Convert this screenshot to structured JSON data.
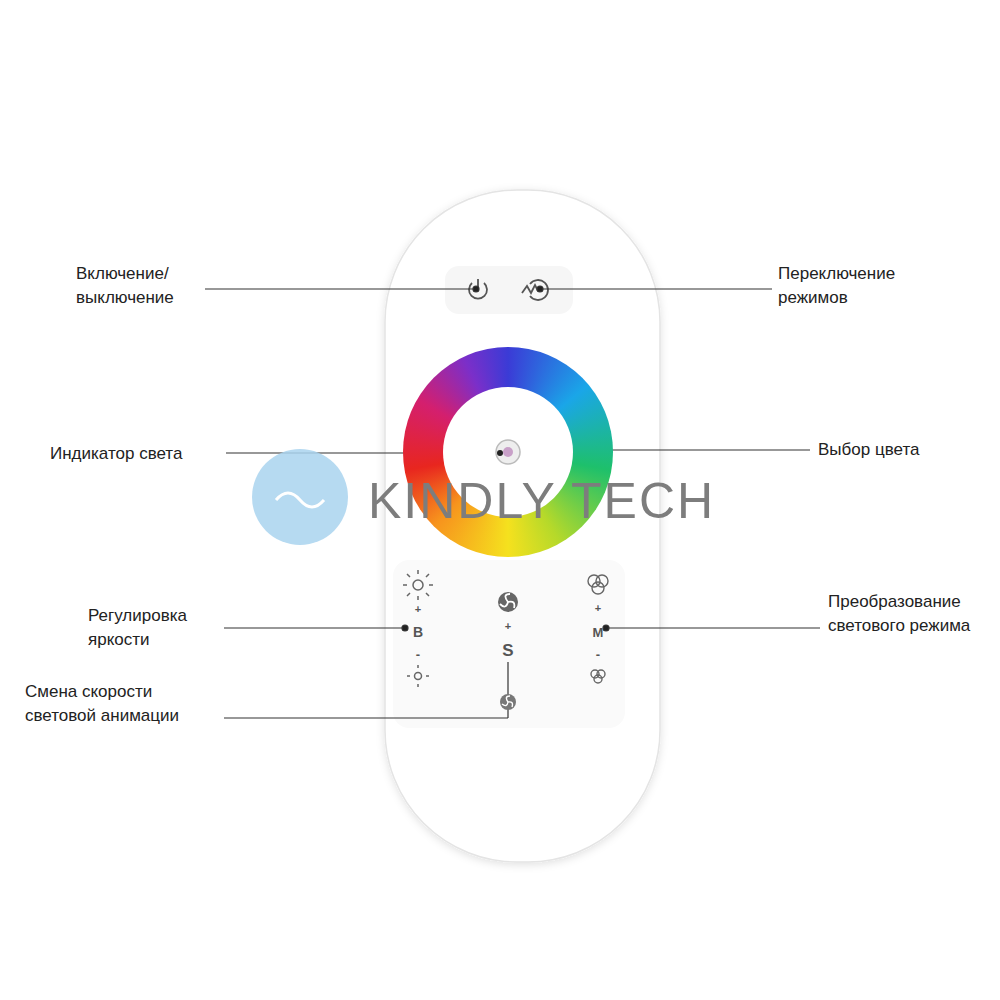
{
  "diagram": {
    "labels": [
      "Включение/ выключение",
      "Переключение режимов",
      "Индикатор света",
      "Выбор цвета",
      "Регулировка яркости",
      "Смена скорости световой анимации",
      "Преобразование светового режима",
      "KINDLY TECH",
      "+",
      "B",
      "-",
      "+",
      "S",
      "+",
      "M",
      "-"
    ]
  }
}
